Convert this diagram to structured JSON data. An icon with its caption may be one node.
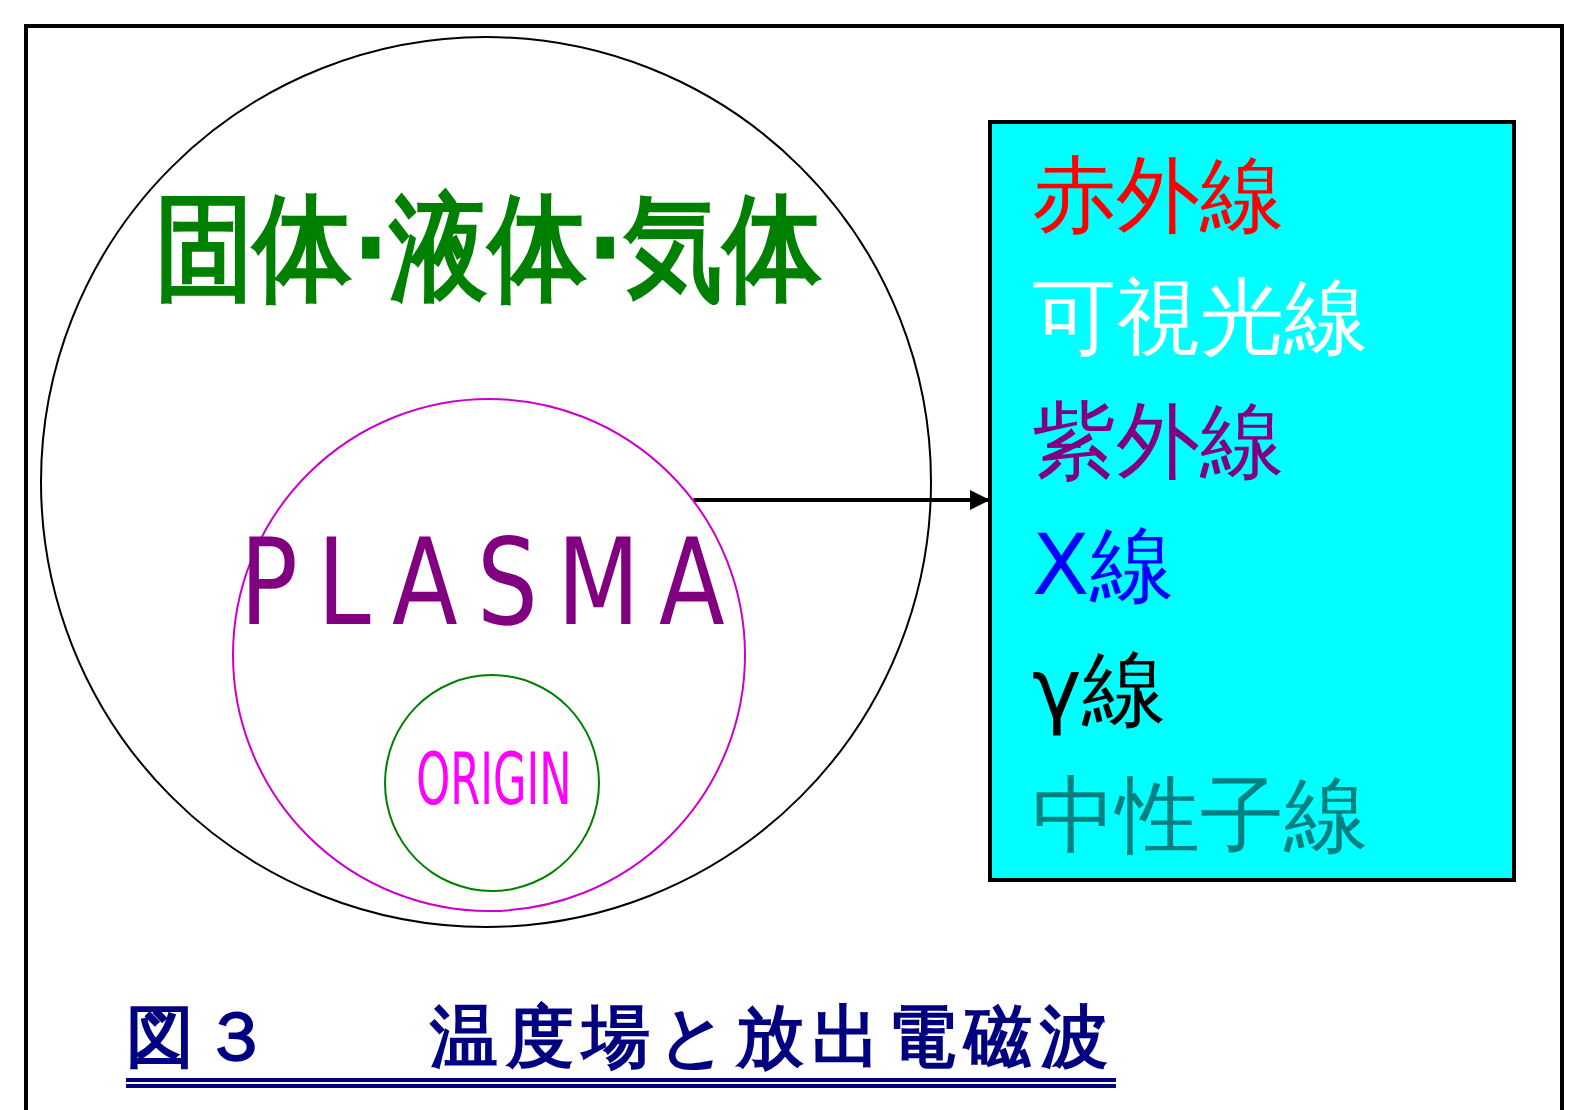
{
  "diagram": {
    "caption": "図３　　温度場と放出電磁波",
    "nodes": [
      {
        "text": [
          "固体·液体·気体"
        ]
      },
      {
        "text": [
          "PLASMA"
        ],
        "in": 0
      },
      {
        "text": [
          "ORIGIN"
        ],
        "in": 1
      },
      {
        "text": [
          "赤外線",
          "可視光線",
          "紫外線",
          "X線",
          "γ線",
          "中性子線"
        ]
      }
    ],
    "edges": [
      {
        "from": 1,
        "to": 3,
        "arrow": "to"
      }
    ]
  }
}
